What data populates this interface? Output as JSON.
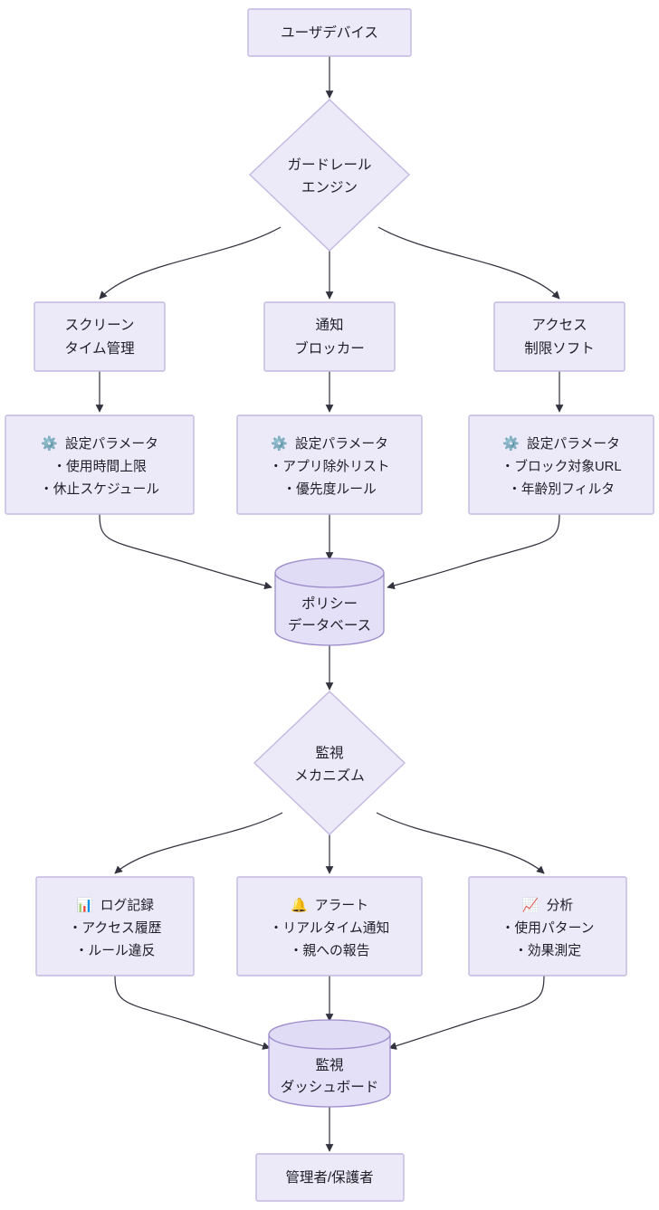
{
  "diagram": {
    "type": "flowchart",
    "direction": "top-down",
    "title": "",
    "theme": {
      "node_fill": "#ECEAF8",
      "node_stroke": "#C3B8E0",
      "cylinder_fill": "#E3E0F8",
      "cylinder_stroke": "#9D8CCB",
      "edge_stroke": "#333340",
      "text_color": "#1f1f28",
      "background": "#ffffff"
    }
  },
  "nodes": {
    "user_device": {
      "id": "user-device",
      "shape": "rect",
      "lines": [
        "ユーザデバイス"
      ]
    },
    "guardrail_engine": {
      "id": "guardrail-engine",
      "shape": "diamond",
      "lines": [
        "ガードレール",
        "エンジン"
      ]
    },
    "screentime": {
      "id": "screen-time-management",
      "shape": "rect",
      "lines": [
        "スクリーン",
        "タイム管理"
      ]
    },
    "notify_blocker": {
      "id": "notification-blocker",
      "shape": "rect",
      "lines": [
        "通知",
        "ブロッカー"
      ]
    },
    "access_limit": {
      "id": "access-restriction-software",
      "shape": "rect",
      "lines": [
        "アクセス",
        "制限ソフト"
      ]
    },
    "config_screentime": {
      "id": "config-params-screentime",
      "shape": "rect",
      "icon": "gear-icon",
      "icon_glyph": "⚙️",
      "lines": [
        "設定パラメータ",
        "・使用時間上限",
        "・休止スケジュール"
      ]
    },
    "config_notify": {
      "id": "config-params-notification",
      "shape": "rect",
      "icon": "gear-icon",
      "icon_glyph": "⚙️",
      "lines": [
        "設定パラメータ",
        "・アプリ除外リスト",
        "・優先度ルール"
      ]
    },
    "config_access": {
      "id": "config-params-access",
      "shape": "rect",
      "icon": "gear-icon",
      "icon_glyph": "⚙️",
      "lines": [
        "設定パラメータ",
        "・ブロック対象URL",
        "・年齢別フィルタ"
      ]
    },
    "policy_db": {
      "id": "policy-database",
      "shape": "cylinder",
      "lines": [
        "ポリシー",
        "データベース"
      ]
    },
    "monitoring": {
      "id": "monitoring-mechanism",
      "shape": "diamond",
      "lines": [
        "監視",
        "メカニズム"
      ]
    },
    "logging": {
      "id": "log-recording",
      "shape": "rect",
      "icon": "bar-chart-icon",
      "icon_glyph": "📊",
      "lines": [
        "ログ記録",
        "・アクセス履歴",
        "・ルール違反"
      ]
    },
    "alert": {
      "id": "alert",
      "shape": "rect",
      "icon": "bell-icon",
      "icon_glyph": "🔔",
      "lines": [
        "アラート",
        "・リアルタイム通知",
        "・親への報告"
      ]
    },
    "analysis": {
      "id": "analysis",
      "shape": "rect",
      "icon": "chart-increasing-icon",
      "icon_glyph": "📈",
      "lines": [
        "分析",
        "・使用パターン",
        "・効果測定"
      ]
    },
    "dashboard": {
      "id": "monitoring-dashboard",
      "shape": "cylinder",
      "lines": [
        "監視",
        "ダッシュボード"
      ]
    },
    "admin": {
      "id": "administrator-guardian",
      "shape": "rect",
      "lines": [
        "管理者/保護者"
      ]
    }
  },
  "edges": [
    {
      "from": "user_device",
      "to": "guardrail_engine"
    },
    {
      "from": "guardrail_engine",
      "to": "screentime"
    },
    {
      "from": "guardrail_engine",
      "to": "notify_blocker"
    },
    {
      "from": "guardrail_engine",
      "to": "access_limit"
    },
    {
      "from": "screentime",
      "to": "config_screentime"
    },
    {
      "from": "notify_blocker",
      "to": "config_notify"
    },
    {
      "from": "access_limit",
      "to": "config_access"
    },
    {
      "from": "config_screentime",
      "to": "policy_db"
    },
    {
      "from": "config_notify",
      "to": "policy_db"
    },
    {
      "from": "config_access",
      "to": "policy_db"
    },
    {
      "from": "policy_db",
      "to": "monitoring"
    },
    {
      "from": "monitoring",
      "to": "logging"
    },
    {
      "from": "monitoring",
      "to": "alert"
    },
    {
      "from": "monitoring",
      "to": "analysis"
    },
    {
      "from": "logging",
      "to": "dashboard"
    },
    {
      "from": "alert",
      "to": "dashboard"
    },
    {
      "from": "analysis",
      "to": "dashboard"
    },
    {
      "from": "dashboard",
      "to": "admin"
    }
  ]
}
